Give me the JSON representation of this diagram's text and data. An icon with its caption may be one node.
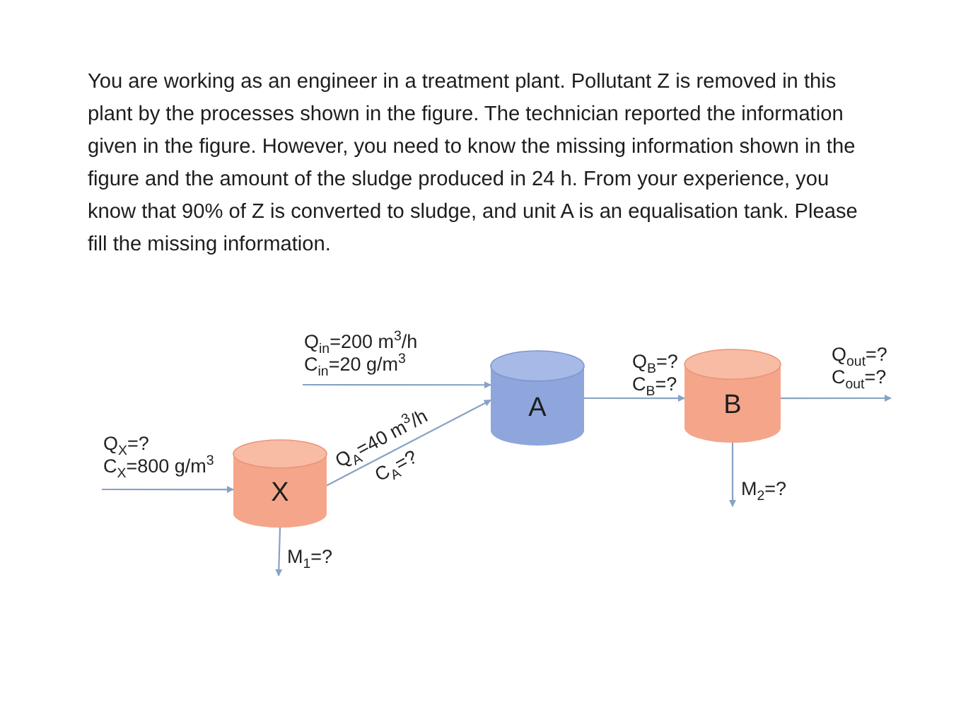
{
  "diagram": {
    "nodes": [
      {
        "text": [
          "X"
        ]
      },
      {
        "text": [
          "A"
        ]
      },
      {
        "text": [
          "B"
        ]
      }
    ],
    "edges": [
      {
        "from": null,
        "to": 0,
        "arrow": "to",
        "label": "Q$_{X}$=? C$_{X}$=800 g/m$^{3}$"
      },
      {
        "from": null,
        "to": 1,
        "arrow": "to",
        "label": "Q$_{in}$=200 m$^{3}$/h C$_{in}$=20 g/m$^{3}$"
      },
      {
        "from": 0,
        "to": 1,
        "arrow": "to",
        "label": "Q$_{A}$=40 m$^{3}$/h C$_{A}$=?"
      },
      {
        "from": 1,
        "to": 2,
        "arrow": "to",
        "label": "Q$_{B}$=? C$_{B}$=?"
      },
      {
        "from": 2,
        "to": null,
        "arrow": "to",
        "label": "Q$_{out}$=? C$_{out}$=?"
      },
      {
        "from": 0,
        "to": null,
        "arrow": "to",
        "label": "M$_{1}$=?"
      },
      {
        "from": 2,
        "to": null,
        "arrow": "to",
        "label": "M$_{2}$=?"
      }
    ],
    "labels": [
      "You are working as an engineer in a treatment plant. Pollutant Z is removed in this plant by the processes shown in the figure. The technician reported the information given in the figure. However, you need to know the missing information shown in the figure and the amount of the sludge produced in 24 h. From your experience, you know that 90% of Z is converted to sludge, and unit A is an equalisation tank. Please fill the missing information."
    ]
  }
}
